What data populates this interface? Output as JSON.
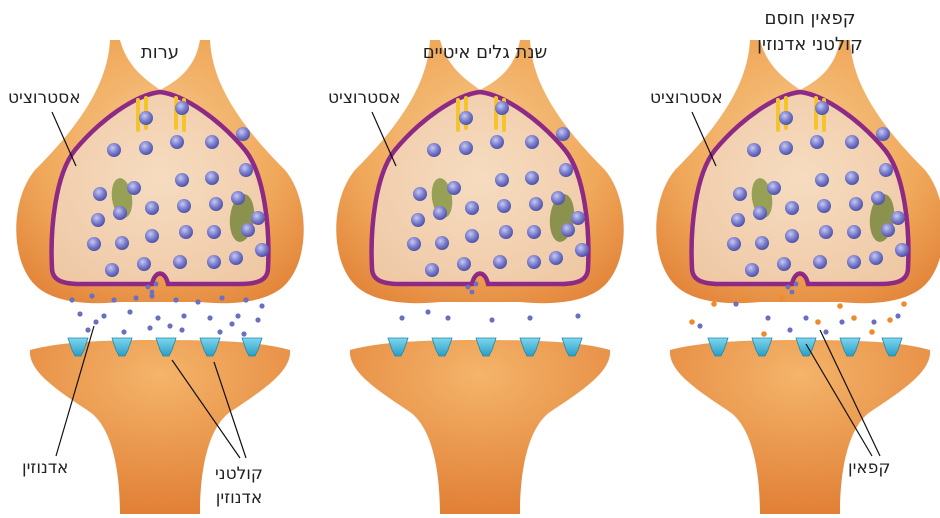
{
  "panels": [
    {
      "id": "awake",
      "title_lines": [
        "ערות"
      ],
      "astrocyte_label": "אסטרוציט",
      "variant": "awake"
    },
    {
      "id": "slow-wave-sleep",
      "title_lines": [
        "שנת גלים איטיים"
      ],
      "astrocyte_label": "אסטרוציט",
      "variant": "sleep"
    },
    {
      "id": "caffeine",
      "title_lines": [
        "קפאין חוסם",
        "קולטני אדנוזין"
      ],
      "astrocyte_label": "אסטרוציט",
      "variant": "caffeine"
    }
  ],
  "labels": {
    "adenosine": "אדנוזין",
    "receptors_lines": [
      "קולטני",
      "אדנוזין"
    ],
    "caffeine": "קפאין"
  },
  "colors": {
    "neuron_fill": "#f0a85a",
    "neuron_dark": "#e4863a",
    "astrocyte_border": "#8e2a86",
    "vesicle": "#6b6fc0",
    "receptor": "#3bb4d6",
    "caffeine_dot": "#ef8a2f",
    "mitochondrion": "#8d9a4a"
  }
}
